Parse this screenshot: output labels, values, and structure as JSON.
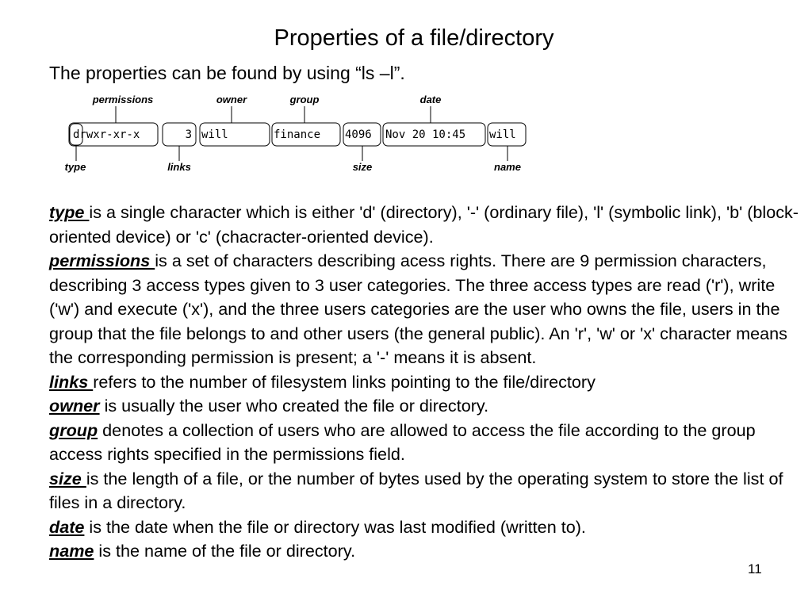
{
  "title": "Properties of a file/directory",
  "subtitle": "The properties can be found by using “ls –l”.",
  "diagram": {
    "top_labels": {
      "permissions": "permissions",
      "owner": "owner",
      "group": "group",
      "date": "date"
    },
    "bottom_labels": {
      "type": "type",
      "links": "links",
      "size": "size",
      "name": "name"
    },
    "fields": {
      "permissions": "drwxr-xr-x",
      "links": "3",
      "owner": "will",
      "group": "finance",
      "size": "4096",
      "date": "Nov 20 10:45",
      "name": "will"
    }
  },
  "definitions": [
    {
      "term": "type ",
      "text": "is a single character which is either 'd' (directory), '-' (ordinary file), 'l' (symbolic link), 'b' (block-oriented device) or 'c' (chacracter-oriented device)."
    },
    {
      "term": "permissions ",
      "text": "is a set of characters describing acess rights. There are 9 permission characters, describing 3 access types given to 3 user categories. The three access types are read ('r'), write ('w') and execute ('x'), and the three users categories are the user who owns the file, users in the group that the file belongs to and other users (the general public). An 'r', 'w' or 'x' character means the corresponding permission is present; a '-' means it is absent."
    },
    {
      "term": "links ",
      "text": "refers to the number of filesystem links pointing to the file/directory"
    },
    {
      "term": "owner",
      "text": " is usually the user who created the file or directory."
    },
    {
      "term": "group",
      "text": " denotes a collection of users who are allowed to access the file according to the group access rights specified in the permissions field."
    },
    {
      "term": "size ",
      "text": "is the length of a file, or the number of bytes used by the operating system to store the list of files in a directory."
    },
    {
      "term": "date",
      "text": " is the date when the file or directory was last modified (written to)."
    },
    {
      "term": "name",
      "text": " is the name of the file or directory."
    }
  ],
  "page_number": "11"
}
